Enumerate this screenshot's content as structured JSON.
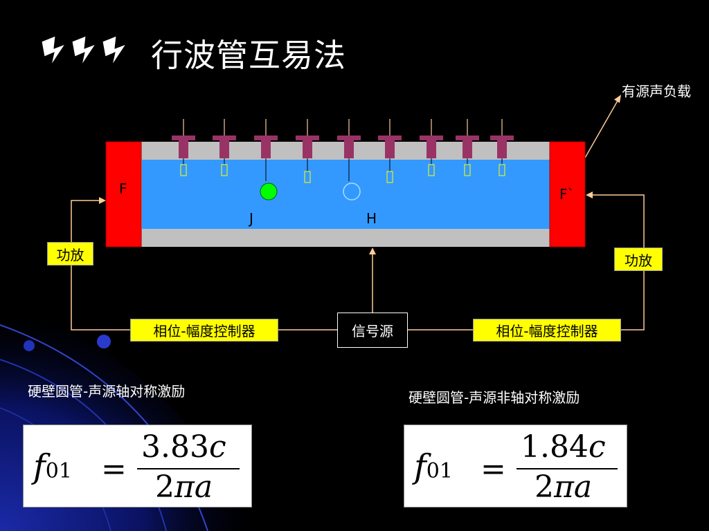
{
  "slide": {
    "title": "行波管互易法",
    "active_load_label": "有源声负载"
  },
  "diagram": {
    "left_end_label": "F",
    "right_end_label": "F`",
    "point_j_label": "J",
    "point_h_label": "H",
    "left_amp_label": "功放",
    "right_amp_label": "功放",
    "left_controller_label": "相位-幅度控制器",
    "right_controller_label": "相位-幅度控制器",
    "signal_source_label": "信号源",
    "probe_count": 9
  },
  "captions": {
    "left": "硬壁圆管-声源轴对称激励",
    "right": "硬壁圆管-声源非轴对称激励"
  },
  "formulas": {
    "left": {
      "lhs": "f",
      "sub": "01",
      "eq": "=",
      "num_value": "3.83",
      "num_var": "c",
      "den_value": "2",
      "den_var": "πa"
    },
    "right": {
      "lhs": "f",
      "sub": "01",
      "eq": "=",
      "num_value": "1.84",
      "num_var": "c",
      "den_value": "2",
      "den_var": "πa"
    }
  },
  "colors": {
    "background": "#000000",
    "tube_gray": "#c0c0c0",
    "water_blue": "#3399ff",
    "end_red": "#ff0000",
    "probe_purple": "#993366",
    "box_yellow": "#ffff00",
    "line_beige": "#ffcc99",
    "point_j": "#00ff00",
    "point_h": "#3399ff"
  }
}
